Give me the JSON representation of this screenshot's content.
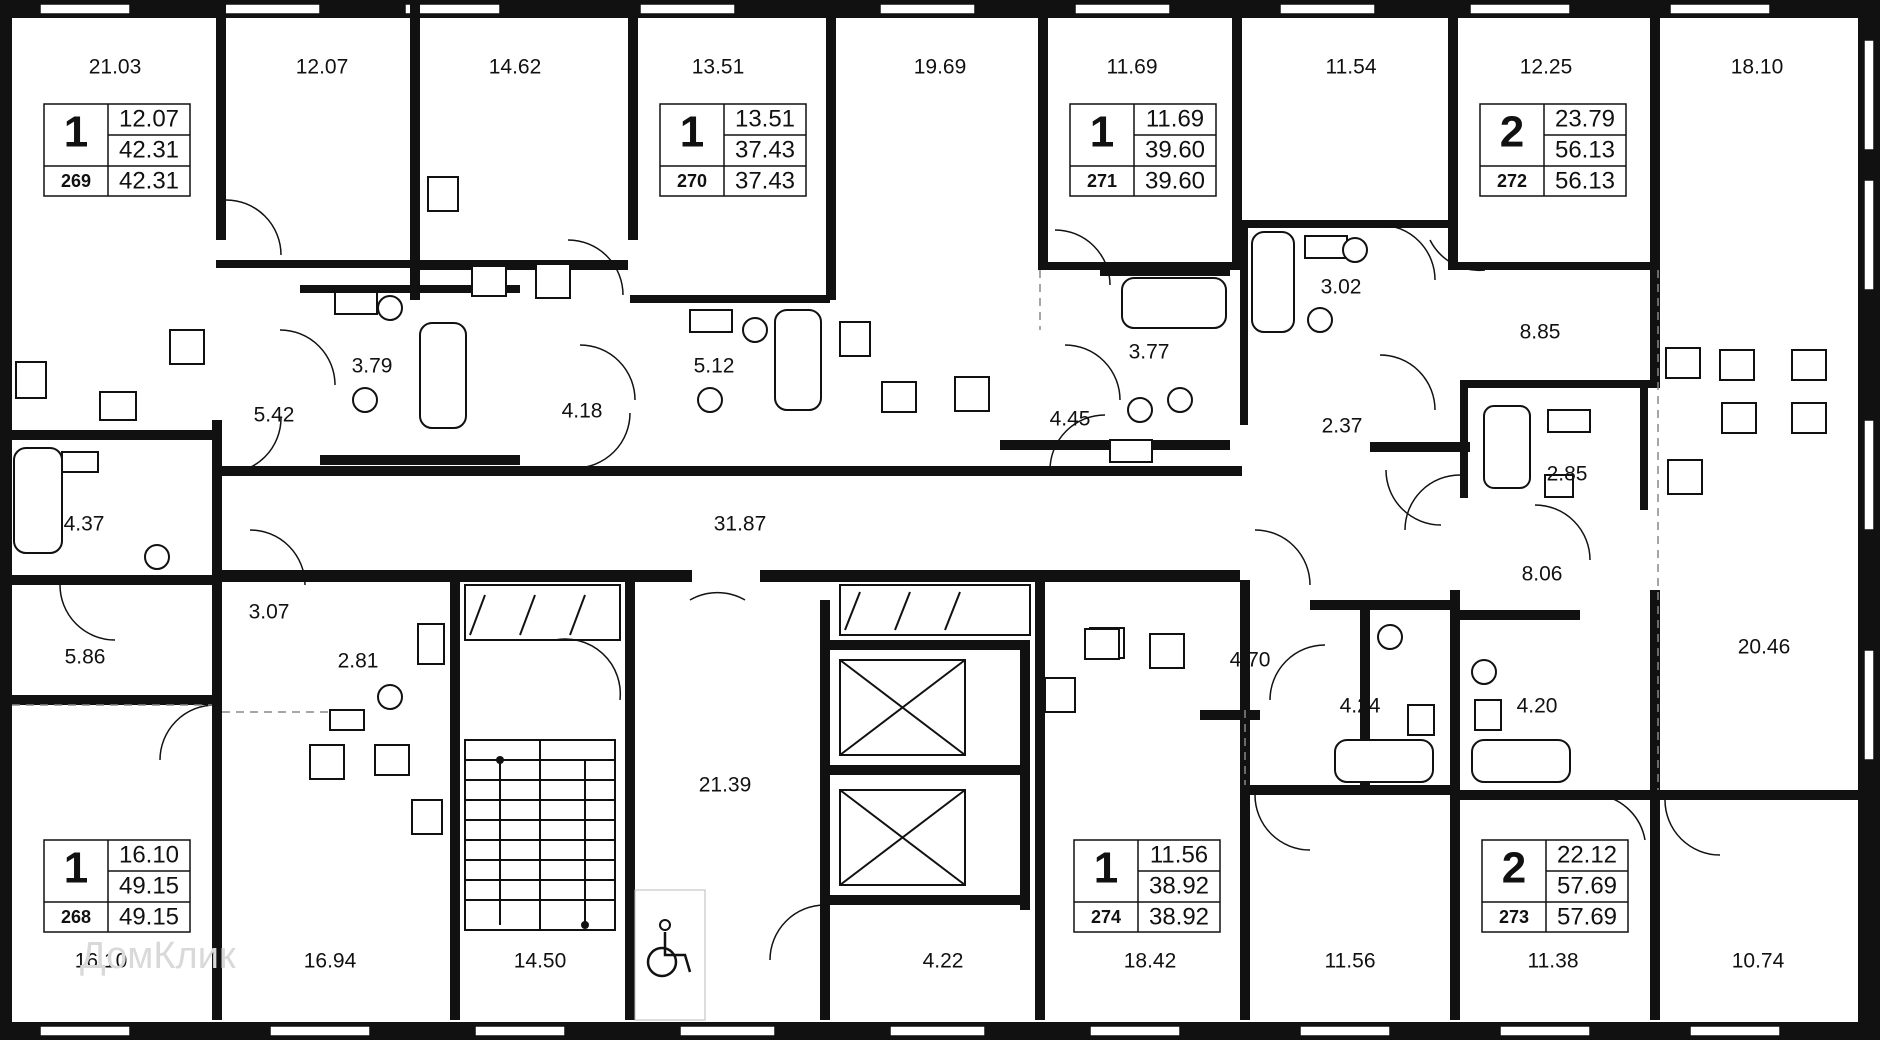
{
  "watermark": "ДомКлик",
  "apartments": [
    {
      "number": "269",
      "rooms": "1",
      "living": "12.07",
      "total": "42.31",
      "total_alt": "42.31"
    },
    {
      "number": "270",
      "rooms": "1",
      "living": "13.51",
      "total": "37.43",
      "total_alt": "37.43"
    },
    {
      "number": "271",
      "rooms": "1",
      "living": "11.69",
      "total": "39.60",
      "total_alt": "39.60"
    },
    {
      "number": "272",
      "rooms": "2",
      "living": "23.79",
      "total": "56.13",
      "total_alt": "56.13"
    },
    {
      "number": "268",
      "rooms": "1",
      "living": "16.10",
      "total": "49.15",
      "total_alt": "49.15"
    },
    {
      "number": "274",
      "rooms": "1",
      "living": "11.56",
      "total": "38.92",
      "total_alt": "38.92"
    },
    {
      "number": "273",
      "rooms": "2",
      "living": "22.12",
      "total": "57.69",
      "total_alt": "57.69"
    }
  ],
  "rooms": [
    "21.03",
    "12.07",
    "14.62",
    "13.51",
    "19.69",
    "11.69",
    "11.54",
    "12.25",
    "18.10",
    "3.79",
    "5.42",
    "4.18",
    "5.12",
    "3.77",
    "4.45",
    "3.02",
    "8.85",
    "2.37",
    "4.37",
    "31.87",
    "2.85",
    "8.06",
    "3.07",
    "5.86",
    "2.81",
    "4.70",
    "4.24",
    "4.20",
    "20.46",
    "21.39",
    "16.10",
    "16.94",
    "14.50",
    "4.22",
    "18.42",
    "11.56",
    "11.38",
    "10.74"
  ]
}
